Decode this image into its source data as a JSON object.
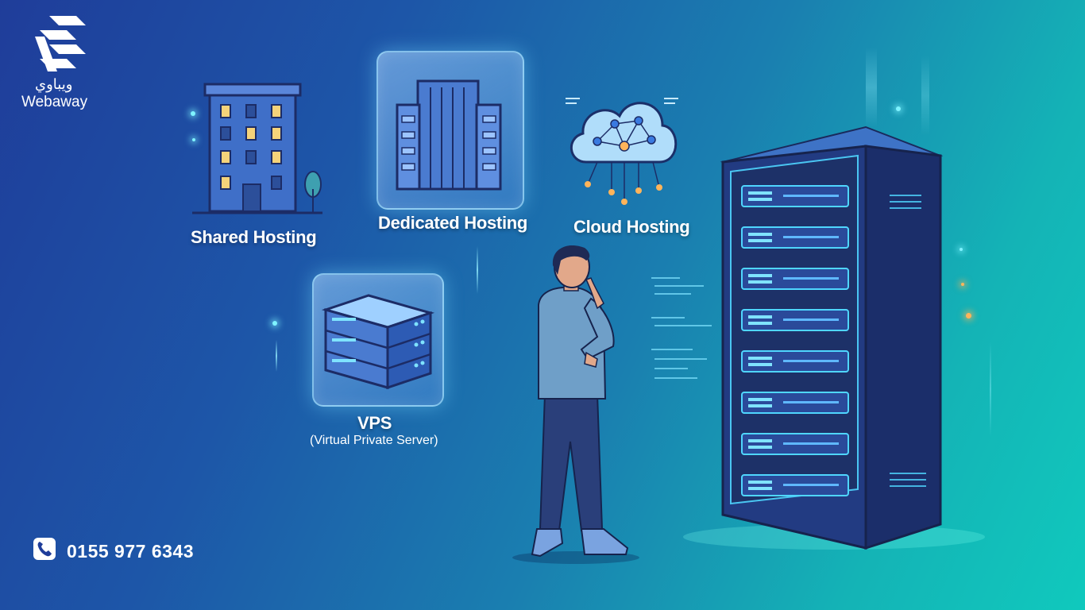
{
  "brand": {
    "arabic_name": "ويباوي",
    "name": "Webaway",
    "logo_icon": "webaway-logo-icon"
  },
  "hosting_types": [
    {
      "label": "Shared Hosting",
      "icon": "apartment-building-icon"
    },
    {
      "label": "Dedicated Hosting",
      "icon": "office-tower-icon"
    },
    {
      "label": "Cloud Hosting",
      "icon": "cloud-network-icon"
    },
    {
      "label": "VPS",
      "sublabel": "(Virtual Private Server)",
      "icon": "server-stack-icon"
    }
  ],
  "contact": {
    "phone": "0155 977 6343",
    "icon": "phone-icon"
  },
  "colors": {
    "bg_start": "#1f3d9a",
    "bg_end": "#10c9bd",
    "accent_glow": "#7ff3ff",
    "text": "#ffffff"
  }
}
